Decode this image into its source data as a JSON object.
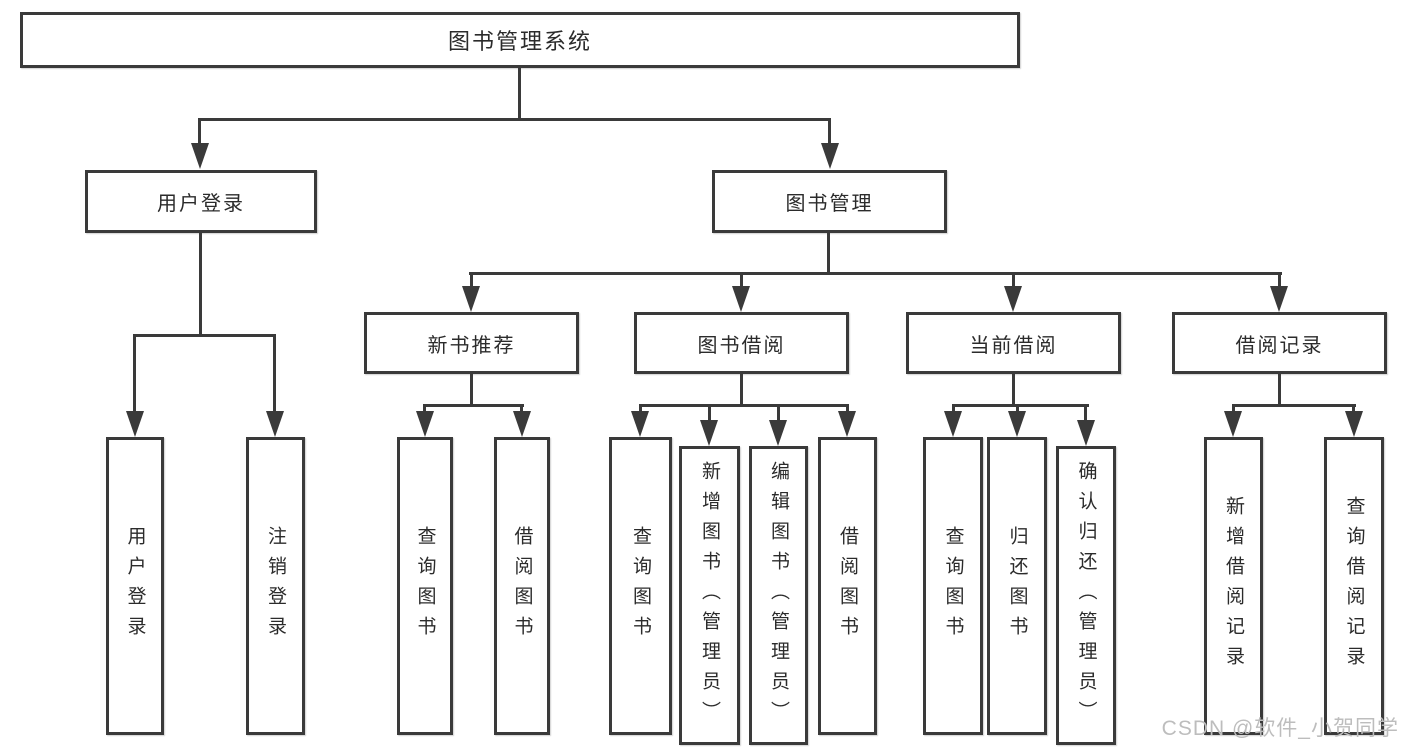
{
  "diagram": {
    "title": "图书管理系统",
    "colors": {
      "line": "#3a3a3a",
      "box_border": "#3a3a3a",
      "box_fill": "#ffffff",
      "text": "#2b2b2b",
      "watermark": "#bdbdbd",
      "background": "#ffffff"
    },
    "nodes": {
      "root": "图书管理系统",
      "user_login": "用户登录",
      "book_management": "图书管理",
      "new_book_recommend": "新书推荐",
      "book_borrowing": "图书借阅",
      "current_borrowing": "当前借阅",
      "borrowing_records": "借阅记录",
      "leaf_user_login": "用户登录",
      "leaf_logout": "注销登录",
      "leaf_nb_query_books": "查询图书",
      "leaf_nb_borrow_books": "借阅图书",
      "leaf_bb_query_books": "查询图书",
      "leaf_bb_add_books": "新增图书（管理员）",
      "leaf_bb_edit_books": "编辑图书（管理员）",
      "leaf_bb_borrow_books": "借阅图书",
      "leaf_cb_query_books": "查询图书",
      "leaf_cb_return_books": "归还图书",
      "leaf_cb_confirm_return": "确认归还（管理员）",
      "leaf_br_add_record": "新增借阅记录",
      "leaf_br_query_record": "查询借阅记录"
    },
    "watermark": "CSDN @软件_小贺同学"
  }
}
